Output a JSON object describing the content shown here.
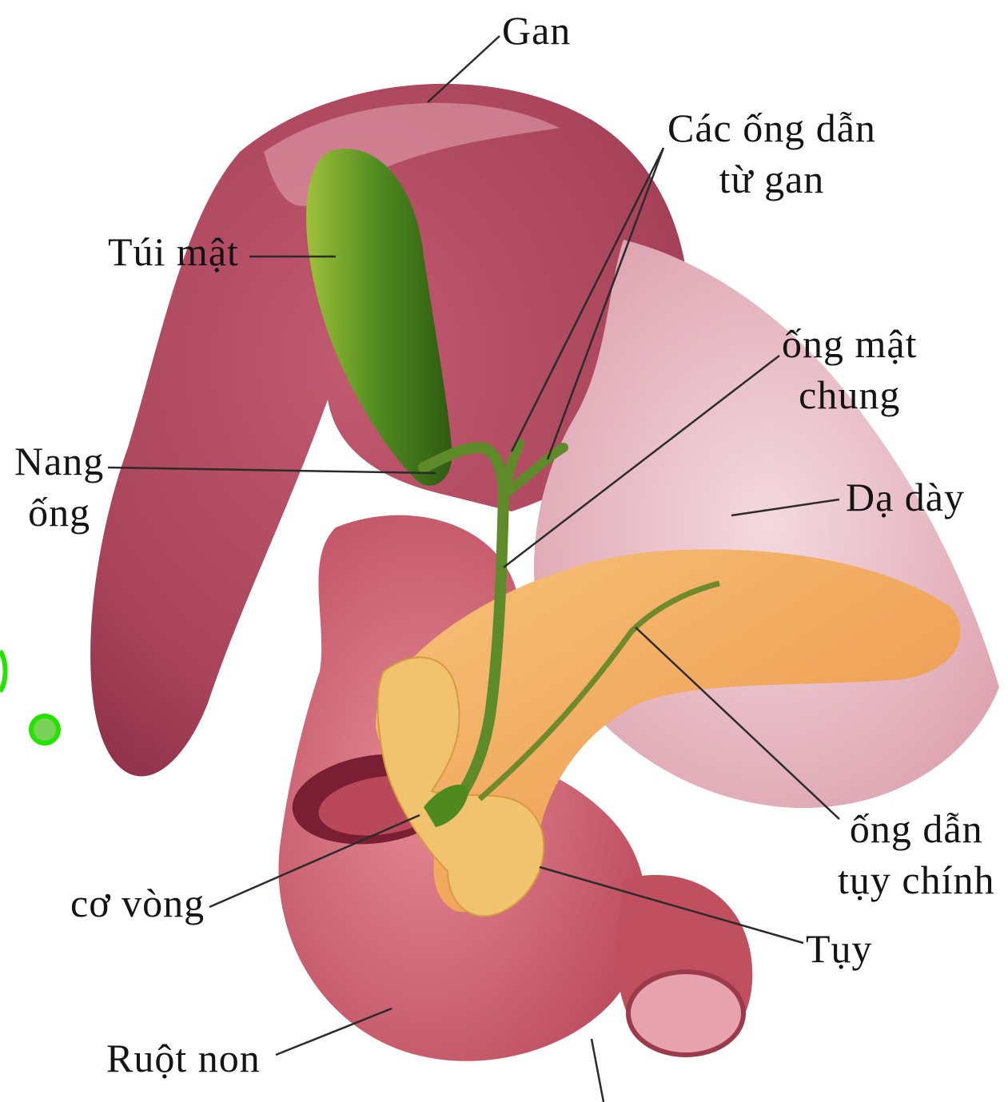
{
  "labels": {
    "gan": "Gan",
    "cac_ong_dan_tu_gan": "Các ống dẫn\ntừ gan",
    "tui_mat": "Túi mật",
    "ong_mat_chung": "ống mật\nchung",
    "nang_ong": "Nang\nống",
    "da_day": "Dạ dày",
    "ong_dan_tuy_chinh": "ống dẫn\ntụy chính",
    "co_vong": "cơ vòng",
    "tuy": "Tụy",
    "ruot_non": "Ruột non"
  },
  "colors": {
    "liver": "#a8435a",
    "liver_light": "#d98a9c",
    "gallbladder": "#4f8a1f",
    "duct": "#5e8a2a",
    "pancreas": "#f0a55a",
    "pancreas_lobule": "#f2c36e",
    "intestine": "#c9606f",
    "stomach": "#e7bcc5",
    "marker": "#22e400",
    "leader": "#2b2b2b"
  }
}
